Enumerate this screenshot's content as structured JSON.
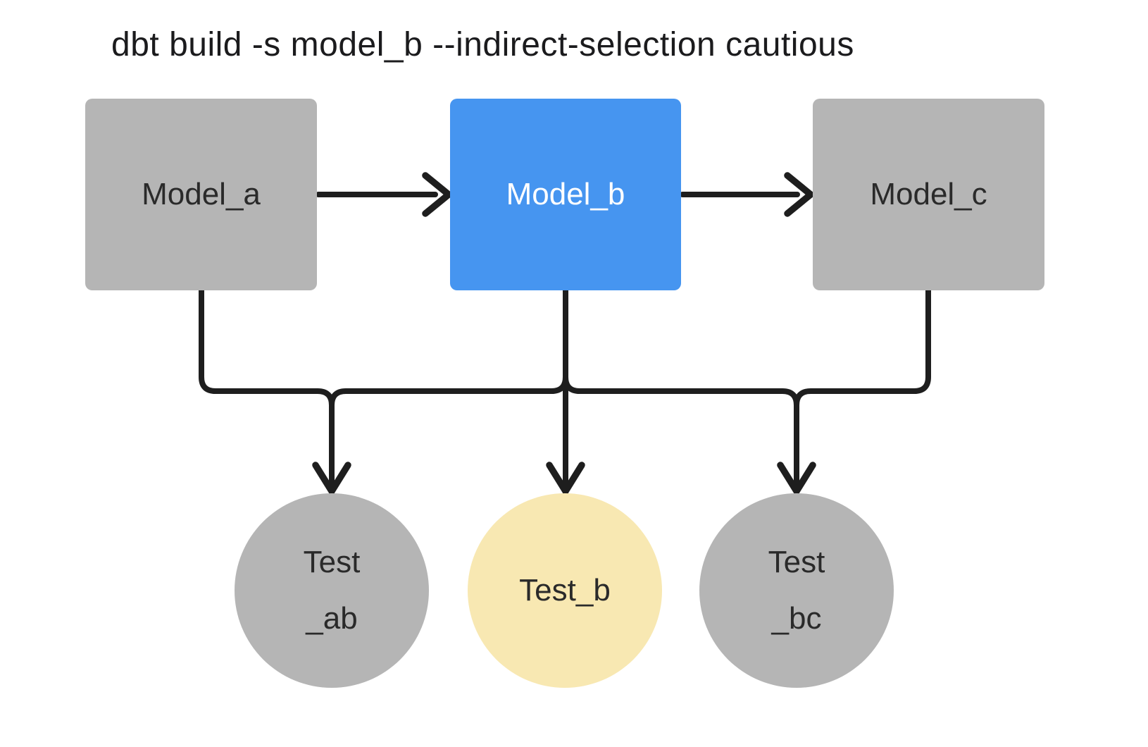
{
  "title": "dbt build -s model_b --indirect-selection cautious",
  "diagram": {
    "models": [
      {
        "id": "model_a",
        "label": "Model_a",
        "state": "unselected"
      },
      {
        "id": "model_b",
        "label": "Model_b",
        "state": "selected"
      },
      {
        "id": "model_c",
        "label": "Model_c",
        "state": "unselected"
      }
    ],
    "tests": [
      {
        "id": "test_ab",
        "label_line1": "Test",
        "label_line2": "_ab",
        "state": "skipped"
      },
      {
        "id": "test_b",
        "label": "Test_b",
        "state": "included"
      },
      {
        "id": "test_bc",
        "label_line1": "Test",
        "label_line2": "_bc",
        "state": "skipped"
      }
    ],
    "edges": [
      {
        "from": "model_a",
        "to": "model_b"
      },
      {
        "from": "model_b",
        "to": "model_c"
      },
      {
        "from": "model_a",
        "to": "test_ab"
      },
      {
        "from": "model_b",
        "to": "test_ab"
      },
      {
        "from": "model_b",
        "to": "test_b"
      },
      {
        "from": "model_b",
        "to": "test_bc"
      },
      {
        "from": "model_c",
        "to": "test_bc"
      }
    ]
  },
  "colors": {
    "bg": "#ffffff",
    "node_gray": "#b5b5b5",
    "node_blue": "#4695f0",
    "node_yellow": "#f8e8b2",
    "line": "#1e1e1e",
    "text_dark": "#2a2a2a",
    "text_light": "#ffffff",
    "title_color": "#1b1b1d"
  }
}
